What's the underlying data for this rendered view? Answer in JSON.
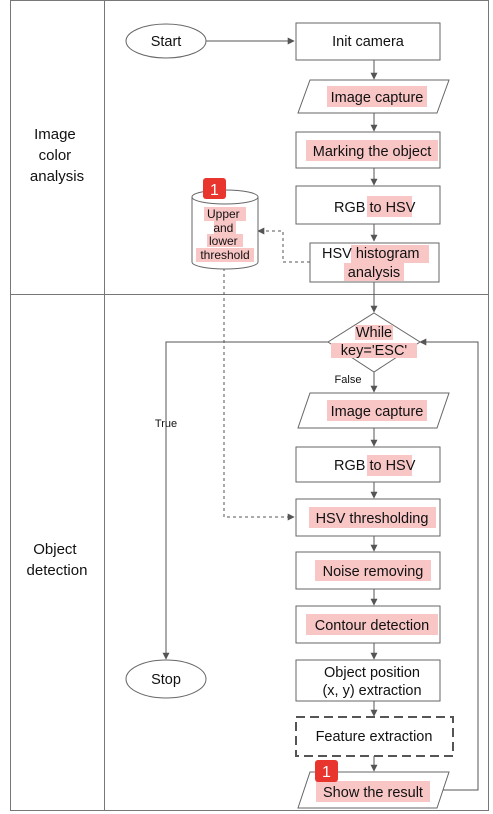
{
  "lanes": {
    "top_label": [
      "Image",
      "color",
      "analysis"
    ],
    "bottom_label": [
      "Object",
      "detection"
    ]
  },
  "nodes": {
    "start": "Start",
    "init_camera": "Init camera",
    "image_capture_1": "Image capture",
    "marking": "Marking the object",
    "rgb_hsv_1": {
      "plain": "RGB ",
      "highlight": "to HSV"
    },
    "hsv_hist": {
      "line1_plain": "HSV ",
      "line1_highlight": "histogram",
      "line2_highlight": "analysis"
    },
    "db": [
      "Upper",
      "and",
      "lower",
      "threshold"
    ],
    "while": [
      "While",
      "key='ESC'"
    ],
    "image_capture_2": "Image capture",
    "rgb_hsv_2": {
      "plain": "RGB ",
      "highlight": "to HSV"
    },
    "hsv_threshold": "HSV thresholding",
    "noise": "Noise removing",
    "contour": "Contour detection",
    "object_position": [
      "Object position",
      "(x, y) extraction"
    ],
    "feature": "Feature extraction",
    "show_result": "Show the result",
    "stop": "Stop"
  },
  "edge_labels": {
    "true": "True",
    "false": "False"
  },
  "badges": {
    "db_badge": "1",
    "result_badge": "1"
  },
  "colors": {
    "highlight": "#f9c6c6",
    "badge": "#e8352e",
    "line": "#555555"
  }
}
